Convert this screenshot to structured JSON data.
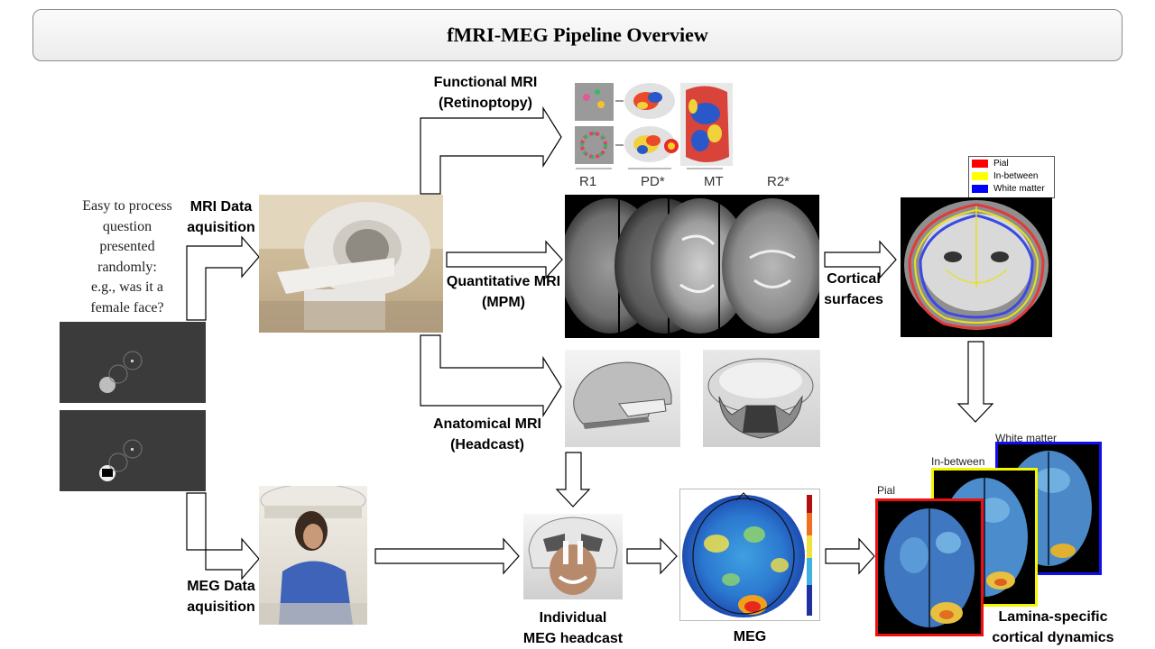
{
  "title": "fMRI-MEG Pipeline Overview",
  "task_text": [
    "Easy to process",
    "question",
    "presented",
    "randomly:",
    "e.g., was it a",
    "female face?"
  ],
  "labels": {
    "mri_acq": [
      "MRI Data",
      "aquisition"
    ],
    "meg_acq": [
      "MEG Data",
      "aquisition"
    ],
    "func_mri": [
      "Functional MRI",
      "(Retinoptopy)"
    ],
    "quant_mri": [
      "Quantitative MRI",
      "(MPM)"
    ],
    "anat_mri": [
      "Anatomical MRI",
      "(Headcast)"
    ],
    "cortical": [
      "Cortical",
      "surfaces"
    ],
    "headcast": [
      "Individual",
      "MEG headcast"
    ],
    "meg": "MEG",
    "lamina": [
      "Lamina-specific",
      "cortical dynamics"
    ]
  },
  "mpm_maps": [
    "R1",
    "PD*",
    "MT",
    "R2*"
  ],
  "legend": [
    {
      "label": "Pial",
      "color": "#ff0000"
    },
    {
      "label": "In-between",
      "color": "#ffff00"
    },
    {
      "label": "White matter",
      "color": "#0000ff"
    }
  ],
  "layers": [
    {
      "label": "White matter",
      "color": "#1010ee"
    },
    {
      "label": "In-between",
      "color": "#f5f500"
    },
    {
      "label": "Pial",
      "color": "#ee1010"
    }
  ]
}
